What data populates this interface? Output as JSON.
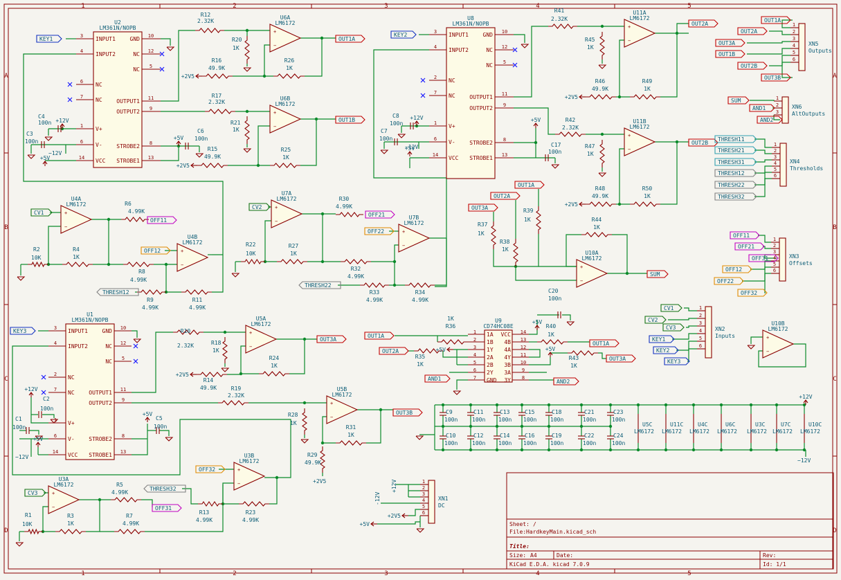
{
  "frame": {
    "cols": [
      "1",
      "2",
      "3",
      "4",
      "5"
    ],
    "rows": [
      "A",
      "B",
      "C",
      "D"
    ]
  },
  "title_block": {
    "sheet_label": "Sheet:",
    "sheet_value": "/",
    "file_label": "File:",
    "file_value": "HardkeyMain.kicad_sch",
    "title_label": "Title:",
    "size_label": "Size:",
    "size_value": "A4",
    "date_label": "Date:",
    "rev_label": "Rev:",
    "kicad": "KiCad E.D.A.  kicad 7.0.9",
    "id_label": "Id: 1/1"
  },
  "components": {
    "U2": {
      "ref": "U2",
      "val": "LM361N/NOPB",
      "left": [
        "INPUT1",
        "INPUT2",
        "NC",
        "NC",
        "V+",
        "V-",
        "VCC"
      ],
      "left_pins": [
        "3",
        "4",
        "6",
        "7",
        "1",
        "6",
        "14"
      ],
      "right": [
        "GND",
        "NC",
        "NC",
        "OUTPUT1",
        "OUTPUT2",
        "STROBE2",
        "STROBE1"
      ],
      "right_pins": [
        "10",
        "12",
        "5",
        "11",
        "9",
        "8",
        "13"
      ]
    },
    "U8": {
      "ref": "U8",
      "val": "LM361N/NOPB",
      "left": [
        "INPUT1",
        "INPUT2",
        "NC",
        "NC",
        "V+",
        "V-",
        "VCC"
      ],
      "left_pins": [
        "3",
        "4",
        "2",
        "7",
        "1",
        "6",
        "14"
      ],
      "right": [
        "GND",
        "NC",
        "NC",
        "OUTPUT1",
        "OUTPUT2",
        "STROBE2",
        "STROBE1"
      ],
      "right_pins": [
        "10",
        "12",
        "5",
        "11",
        "9",
        "8",
        "13"
      ]
    },
    "U1": {
      "ref": "U1",
      "val": "LM361N/NOPB",
      "left": [
        "INPUT1",
        "INPUT2",
        "NC",
        "NC",
        "V+",
        "V-",
        "VCC"
      ],
      "left_pins": [
        "3",
        "4",
        "2",
        "7",
        "1",
        "6",
        "14"
      ],
      "right": [
        "GND",
        "NC",
        "NC",
        "OUTPUT1",
        "OUTPUT2",
        "STROBE2",
        "STROBE1"
      ],
      "right_pins": [
        "10",
        "12",
        "5",
        "11",
        "9",
        "8",
        "13"
      ]
    },
    "U9": {
      "ref": "U9",
      "val": "CD74HC08E",
      "left": [
        "1A",
        "1B",
        "1Y",
        "2A",
        "2B",
        "2Y",
        "GND"
      ],
      "left_pins": [
        "1",
        "2",
        "3",
        "4",
        "5",
        "6",
        "7"
      ],
      "right": [
        "VCC",
        "4B",
        "4A",
        "4Y",
        "3B",
        "3A",
        "3Y"
      ],
      "right_pins": [
        "14",
        "13",
        "12",
        "11",
        "10",
        "9",
        "8"
      ]
    }
  },
  "opamps": [
    {
      "ref": "U6A",
      "val": "LM6172"
    },
    {
      "ref": "U6B",
      "val": "LM6172"
    },
    {
      "ref": "U11A",
      "val": "LM6172"
    },
    {
      "ref": "U11B",
      "val": "LM6172"
    },
    {
      "ref": "U4A",
      "val": "LM6172"
    },
    {
      "ref": "U4B",
      "val": "LM6172"
    },
    {
      "ref": "U7A",
      "val": "LM6172"
    },
    {
      "ref": "U7B",
      "val": "LM6172"
    },
    {
      "ref": "U10A",
      "val": "LM6172"
    },
    {
      "ref": "U5A",
      "val": "LM6172"
    },
    {
      "ref": "U5B",
      "val": "LM6172"
    },
    {
      "ref": "U3A",
      "val": "LM6172"
    },
    {
      "ref": "U3B",
      "val": "LM6172"
    },
    {
      "ref": "U10B",
      "val": "LM6172"
    }
  ],
  "resistors": [
    {
      "ref": "R12",
      "val": "2.32K"
    },
    {
      "ref": "R20",
      "val": "1K"
    },
    {
      "ref": "R16",
      "val": "49.9K"
    },
    {
      "ref": "R26",
      "val": "1K"
    },
    {
      "ref": "R17",
      "val": "2.32K"
    },
    {
      "ref": "R21",
      "val": "1K"
    },
    {
      "ref": "R15",
      "val": "49.9K"
    },
    {
      "ref": "R25",
      "val": "1K"
    },
    {
      "ref": "R41",
      "val": "2.32K"
    },
    {
      "ref": "R45",
      "val": "1K"
    },
    {
      "ref": "R46",
      "val": "49.9K"
    },
    {
      "ref": "R49",
      "val": "1K"
    },
    {
      "ref": "R42",
      "val": "2.32K"
    },
    {
      "ref": "R47",
      "val": "1K"
    },
    {
      "ref": "R48",
      "val": "49.9K"
    },
    {
      "ref": "R50",
      "val": "1K"
    },
    {
      "ref": "R44",
      "val": "1K"
    },
    {
      "ref": "R37",
      "val": "1K"
    },
    {
      "ref": "R38",
      "val": "1K"
    },
    {
      "ref": "R39",
      "val": "1K"
    },
    {
      "ref": "R6",
      "val": "4.99K"
    },
    {
      "ref": "R2",
      "val": "10K"
    },
    {
      "ref": "R4",
      "val": "1K"
    },
    {
      "ref": "R8",
      "val": "4.99K"
    },
    {
      "ref": "R9",
      "val": "4.99K"
    },
    {
      "ref": "R11",
      "val": "4.99K"
    },
    {
      "ref": "R30",
      "val": "4.99K"
    },
    {
      "ref": "R22",
      "val": "10K"
    },
    {
      "ref": "R27",
      "val": "1K"
    },
    {
      "ref": "R32",
      "val": "4.99K"
    },
    {
      "ref": "R33",
      "val": "4.99K"
    },
    {
      "ref": "R34",
      "val": "4.99K"
    },
    {
      "ref": "R10",
      "val": "2.32K"
    },
    {
      "ref": "R18",
      "val": "1K"
    },
    {
      "ref": "R14",
      "val": "49.9K"
    },
    {
      "ref": "R24",
      "val": "1K"
    },
    {
      "ref": "R19",
      "val": "2.32K"
    },
    {
      "ref": "R28",
      "val": "1K"
    },
    {
      "ref": "R29",
      "val": "49.9K"
    },
    {
      "ref": "R31",
      "val": "1K"
    },
    {
      "ref": "R5",
      "val": "4.99K"
    },
    {
      "ref": "R1",
      "val": "10K"
    },
    {
      "ref": "R3",
      "val": "1K"
    },
    {
      "ref": "R7",
      "val": "4.99K"
    },
    {
      "ref": "R13",
      "val": "4.99K"
    },
    {
      "ref": "R23",
      "val": "4.99K"
    },
    {
      "ref": "R36",
      "val": "1K"
    },
    {
      "ref": "R35",
      "val": "1K"
    },
    {
      "ref": "R40",
      "val": "1K"
    },
    {
      "ref": "R43",
      "val": "1K"
    }
  ],
  "capacitors": [
    {
      "ref": "C4",
      "val": "100n"
    },
    {
      "ref": "C3",
      "val": "100n"
    },
    {
      "ref": "C6",
      "val": "100n"
    },
    {
      "ref": "C8",
      "val": "100n"
    },
    {
      "ref": "C7",
      "val": "100n"
    },
    {
      "ref": "C17",
      "val": "100n"
    },
    {
      "ref": "C2",
      "val": "100n"
    },
    {
      "ref": "C1",
      "val": "100n"
    },
    {
      "ref": "C5",
      "val": "100n"
    },
    {
      "ref": "C20",
      "val": "100n"
    },
    {
      "ref": "C9",
      "val": "100n"
    },
    {
      "ref": "C11",
      "val": "100n"
    },
    {
      "ref": "C13",
      "val": "100n"
    },
    {
      "ref": "C15",
      "val": "100n"
    },
    {
      "ref": "C18",
      "val": "100n"
    },
    {
      "ref": "C21",
      "val": "100n"
    },
    {
      "ref": "C23",
      "val": "100n"
    },
    {
      "ref": "C10",
      "val": "100n"
    },
    {
      "ref": "C12",
      "val": "100n"
    },
    {
      "ref": "C14",
      "val": "100n"
    },
    {
      "ref": "C16",
      "val": "100n"
    },
    {
      "ref": "C19",
      "val": "100n"
    },
    {
      "ref": "C22",
      "val": "100n"
    },
    {
      "ref": "C24",
      "val": "100n"
    }
  ],
  "power_units": [
    {
      "ref": "U5C",
      "val": "LM6172"
    },
    {
      "ref": "U11C",
      "val": "LM6172"
    },
    {
      "ref": "U4C",
      "val": "LM6172"
    },
    {
      "ref": "U6C",
      "val": "LM6172"
    },
    {
      "ref": "U3C",
      "val": "LM6172"
    },
    {
      "ref": "U7C",
      "val": "LM6172"
    },
    {
      "ref": "U10C",
      "val": "LM6172"
    }
  ],
  "power": {
    "p12": "+12V",
    "m12": "-12V",
    "p5": "+5V",
    "p25": "+2V5"
  },
  "labels": {
    "KEY1": "KEY1",
    "KEY2": "KEY2",
    "KEY3": "KEY3",
    "CV1": "CV1",
    "CV2": "CV2",
    "CV3": "CV3",
    "OUT1A": "OUT1A",
    "OUT1B": "OUT1B",
    "OUT2A": "OUT2A",
    "OUT2B": "OUT2B",
    "OUT3A": "OUT3A",
    "OUT3B": "OUT3B",
    "OFF11": "OFF11",
    "OFF12": "OFF12",
    "OFF21": "OFF21",
    "OFF22": "OFF22",
    "OFF31": "OFF31",
    "OFF32": "OFF32",
    "THRESH11": "THRESH11",
    "THRESH12": "THRESH12",
    "THRESH21": "THRESH21",
    "THRESH22": "THRESH22",
    "THRESH31": "THRESH31",
    "THRESH32": "THRESH32",
    "SUM": "SUM",
    "AND1": "AND1",
    "AND2": "AND2"
  },
  "connectors": {
    "XN5": {
      "ref": "XN5",
      "name": "Outputs",
      "signals": [
        "OUT1A",
        "OUT2A",
        "OUT3A",
        "OUT1B",
        "OUT2B",
        "OUT3B"
      ]
    },
    "XN6": {
      "ref": "XN6",
      "name": "AltOutputs",
      "signals": [
        "SUM",
        "AND1",
        "AND2"
      ]
    },
    "XN4": {
      "ref": "XN4",
      "name": "Thresholds",
      "signals": [
        "THRESH11",
        "THRESH21",
        "THRESH31",
        "THRESH12",
        "THRESH22",
        "THRESH32"
      ]
    },
    "XN3": {
      "ref": "XN3",
      "name": "Offsets",
      "signals": [
        "OFF11",
        "OFF21",
        "OFF31",
        "OFF12",
        "OFF22",
        "OFF32"
      ]
    },
    "XN2": {
      "ref": "XN2",
      "name": "Inputs",
      "signals": [
        "CV1",
        "CV2",
        "CV3",
        "KEY1",
        "KEY2",
        "KEY3"
      ]
    },
    "XN1": {
      "ref": "XN1",
      "name": "DC",
      "signals": [
        "+12V",
        "-12V",
        "",
        "+2V5",
        "+5V",
        ""
      ]
    }
  }
}
